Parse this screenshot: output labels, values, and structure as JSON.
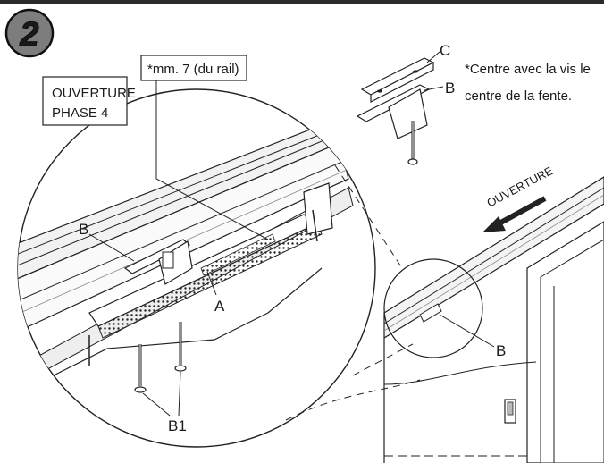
{
  "step": {
    "number": "2"
  },
  "labels": {
    "ouverture_phase_line1": "OUVERTURE",
    "ouverture_phase_line2": "PHASE 4",
    "mm_note": "*mm. 7 (du rail)",
    "b_main": "B",
    "a_main": "A",
    "b1_main": "B1",
    "c_detail": "C",
    "b_detail": "B",
    "b_door": "B",
    "ouverture_arrow": "OUVERTURE"
  },
  "note": {
    "line1": "*Centre avec la vis le",
    "line2": "centre de la fente."
  },
  "colors": {
    "ink": "#1a1a1a",
    "badge_fill": "#7d7d7d",
    "badge_text": "#ffffff",
    "rail_shade": "#dcdcdc",
    "topbar": "#2b2b2b"
  }
}
